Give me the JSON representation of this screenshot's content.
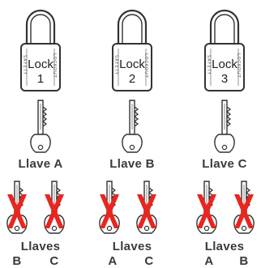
{
  "locks": [
    {
      "title": "Lock",
      "number": "1",
      "side_left": "SAFETY",
      "side_right": "LOCKOUT"
    },
    {
      "title": "Lock",
      "number": "2",
      "side_left": "SAFETY",
      "side_right": "LOCKOUT"
    },
    {
      "title": "Lock",
      "number": "3",
      "side_left": "SAFETY",
      "side_right": "LOCKOUT"
    }
  ],
  "correct_keys": [
    {
      "label": "Llave A"
    },
    {
      "label": "Llave B"
    },
    {
      "label": "Llave C"
    }
  ],
  "wrong_keys": [
    {
      "title": "Llaves",
      "left": "B",
      "right": "C"
    },
    {
      "title": "Llaves",
      "left": "A",
      "right": "C"
    },
    {
      "title": "Llaves",
      "left": "A",
      "right": "B"
    }
  ],
  "colors": {
    "cross": "#e8251f",
    "outline": "#333333",
    "text": "#3a3a3a"
  }
}
